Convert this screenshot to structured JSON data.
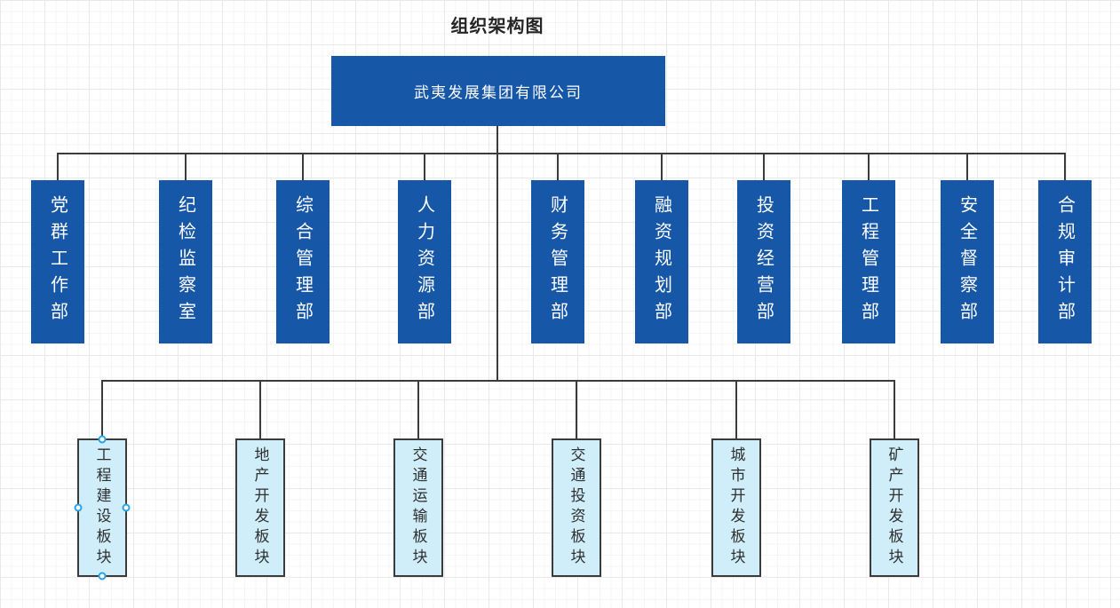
{
  "title": "组织架构图",
  "root": {
    "label": "武夷发展集团有限公司"
  },
  "departments": {
    "items": [
      {
        "label": "党群工作部"
      },
      {
        "label": "纪检监察室"
      },
      {
        "label": "综合管理部"
      },
      {
        "label": "人力资源部"
      },
      {
        "label": "财务管理部"
      },
      {
        "label": "融资规划部"
      },
      {
        "label": "投资经营部"
      },
      {
        "label": "工程管理部"
      },
      {
        "label": "安全督察部"
      },
      {
        "label": "合规审计部"
      }
    ]
  },
  "sectors": {
    "items": [
      {
        "label": "工程建设板块",
        "selected": true
      },
      {
        "label": "地产开发板块",
        "selected": false
      },
      {
        "label": "交通运输板块",
        "selected": false
      },
      {
        "label": "交通投资板块",
        "selected": false
      },
      {
        "label": "城市开发板块",
        "selected": false
      },
      {
        "label": "矿产开发板块",
        "selected": false
      }
    ]
  },
  "colors": {
    "node_blue": "#1757A8",
    "node_light_blue": "#CFEEF9",
    "connector_line": "#3B3B3B",
    "selection_handle": "#29A3E6",
    "title_text": "#262626"
  }
}
